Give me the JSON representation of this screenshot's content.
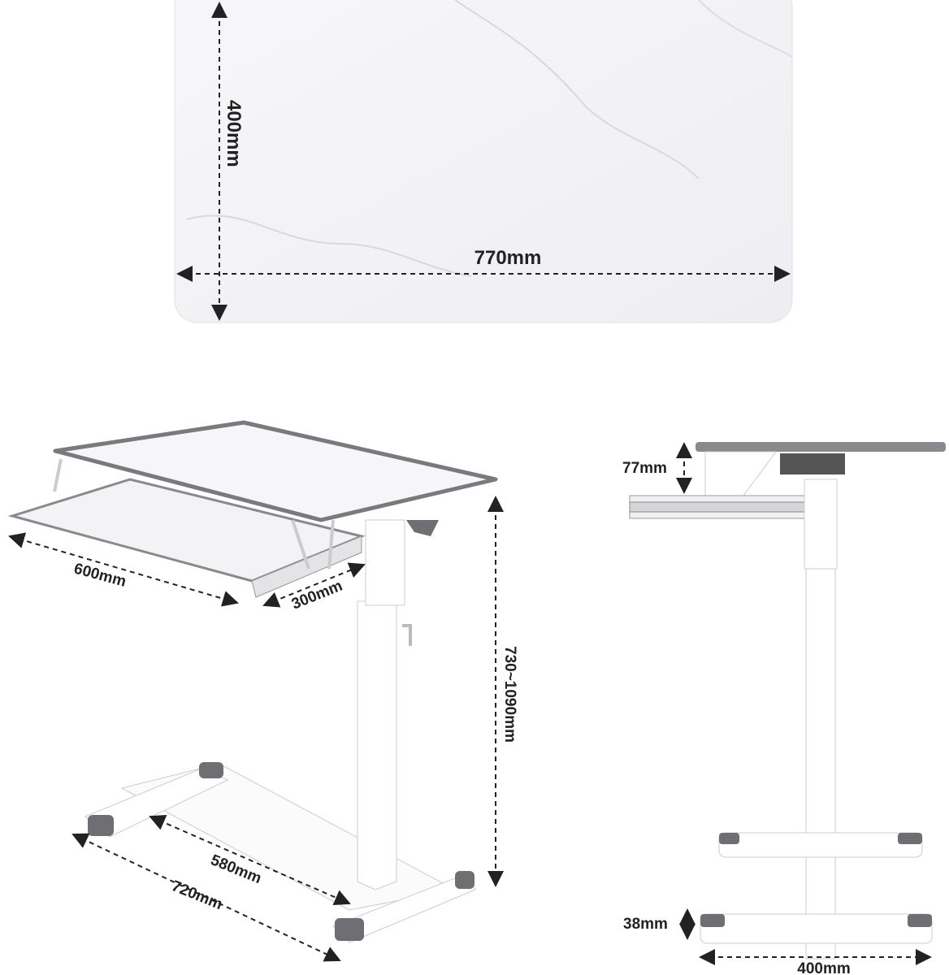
{
  "top_view": {
    "depth_label": "400mm",
    "width_label": "770mm"
  },
  "perspective_view": {
    "keyboard_tray_width_label": "600mm",
    "keyboard_tray_depth_label": "300mm",
    "height_range_label": "730~1090mm",
    "inner_base_length_label": "580mm",
    "outer_base_length_label": "720mm"
  },
  "side_view": {
    "tray_gap_label": "77mm",
    "foot_height_label": "38mm",
    "base_width_label": "400mm"
  },
  "colors": {
    "tabletop": "#f4f4f6",
    "edge": "#7a7a7e",
    "frame": "#ffffff",
    "foot_cap": "#6f6f73"
  }
}
